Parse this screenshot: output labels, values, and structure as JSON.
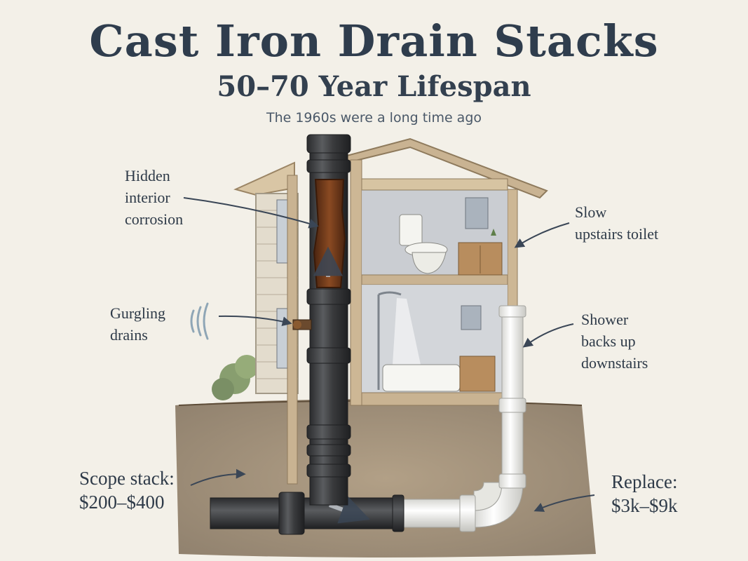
{
  "header": {
    "title": "Cast Iron Drain Stacks",
    "subtitle": "50–70 Year Lifespan",
    "tagline": "The 1960s were a long time ago"
  },
  "callouts": {
    "corrosion": [
      "Hidden",
      "interior",
      "corrosion"
    ],
    "gurgling": [
      "Gurgling",
      "drains"
    ],
    "scope": [
      "Scope stack:",
      "$200–$400"
    ],
    "toilet": [
      "Slow",
      "upstairs toilet"
    ],
    "shower": [
      "Shower",
      "backs up",
      "downstairs"
    ],
    "replace": [
      "Replace:",
      "$3k–$9k"
    ]
  },
  "colors": {
    "ink": "#2e3a48",
    "cast_iron": "#3b3d3f",
    "rust": "#7a3e1c",
    "pvc": "#f2f2ee",
    "soil": "#8a7459",
    "wood": "#d9c6a5"
  }
}
